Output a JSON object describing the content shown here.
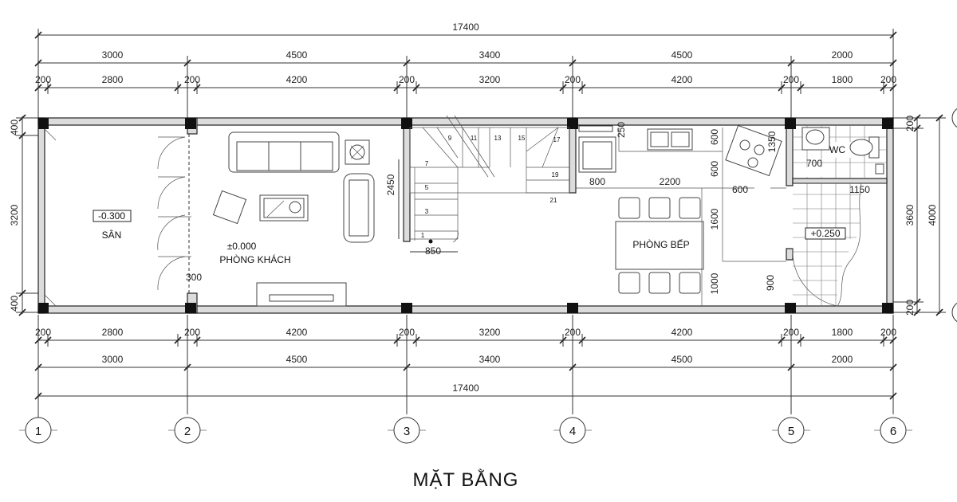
{
  "title": "MẶT BẰNG",
  "overall": {
    "top": "17400",
    "bottom": "17400"
  },
  "dims_top_axis": [
    "3000",
    "4500",
    "3400",
    "4500",
    "2000"
  ],
  "dims_top_detail": [
    "200",
    "2800",
    "200",
    "4200",
    "200",
    "3200",
    "200",
    "4200",
    "200",
    "1800",
    "200"
  ],
  "dims_bottom_axis": [
    "3000",
    "4500",
    "3400",
    "4500",
    "2000"
  ],
  "dims_bottom_detail": [
    "200",
    "2800",
    "200",
    "4200",
    "200",
    "3200",
    "200",
    "4200",
    "200",
    "1800",
    "200"
  ],
  "dims_left": {
    "top": "400",
    "mid": "3200",
    "bottom": "400"
  },
  "dims_right": {
    "top": "200",
    "mid": "3600",
    "bottom": "200",
    "total": "4000"
  },
  "grid_labels": [
    "1",
    "2",
    "3",
    "4",
    "5",
    "6"
  ],
  "rooms": {
    "san": {
      "name": "SÂN",
      "level": "-0.300"
    },
    "khach": {
      "name": "PHÒNG KHÁCH",
      "level": "±0.000"
    },
    "bep": {
      "name": "PHÒNG BẾP"
    },
    "wc": {
      "name": "WC",
      "level": "+0.250"
    }
  },
  "inner_dims": {
    "door_300": "300",
    "stair_2450": "2450",
    "stair_850": "850",
    "kitchen_250": "250",
    "kitchen_800": "800",
    "kitchen_2200": "2200",
    "kitchen_600a": "600",
    "kitchen_600b": "600",
    "kitchen_600c": "600",
    "kitchen_1350": "1350",
    "kitchen_1600": "1600",
    "kitchen_1000": "1000",
    "kitchen_900": "900",
    "wc_700": "700",
    "wc_1150": "1150"
  },
  "stair_steps": [
    "1",
    "3",
    "5",
    "7",
    "9",
    "11",
    "13",
    "15",
    "17",
    "19",
    "21"
  ]
}
